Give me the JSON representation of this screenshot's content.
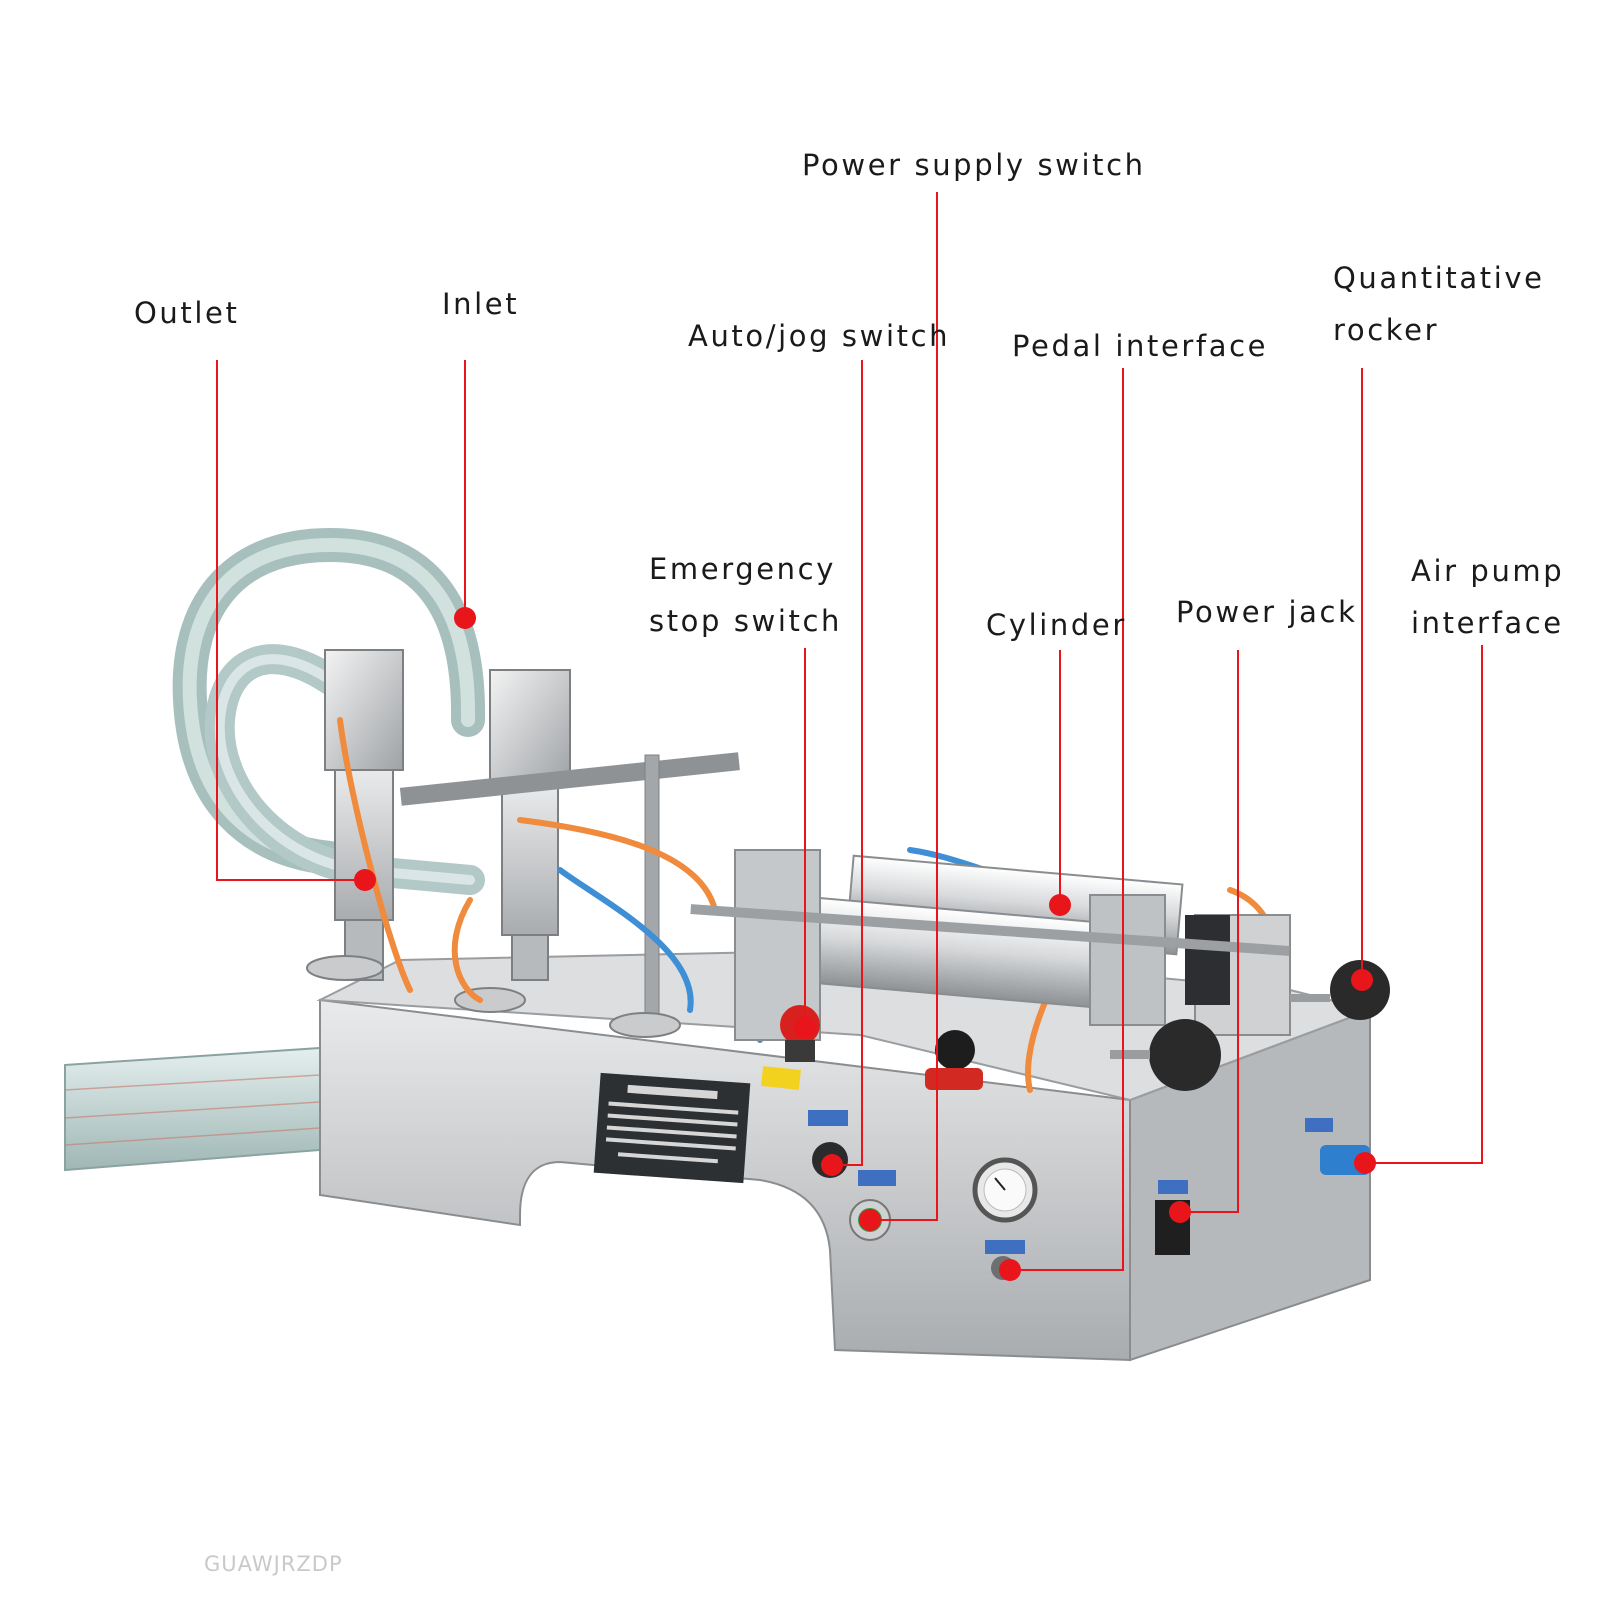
{
  "diagram": {
    "accent_color": "#e8151b",
    "callouts": [
      {
        "id": "outlet",
        "lines": [
          "Outlet"
        ]
      },
      {
        "id": "inlet",
        "lines": [
          "Inlet"
        ]
      },
      {
        "id": "auto-jog-switch",
        "lines": [
          "Auto/jog switch"
        ]
      },
      {
        "id": "power-supply-switch",
        "lines": [
          "Power supply switch"
        ]
      },
      {
        "id": "pedal-interface",
        "lines": [
          "Pedal interface"
        ]
      },
      {
        "id": "quantitative-rocker",
        "lines": [
          "Quantitative",
          "rocker"
        ]
      },
      {
        "id": "emergency-stop-switch",
        "lines": [
          "Emergency",
          "stop switch"
        ]
      },
      {
        "id": "cylinder",
        "lines": [
          "Cylinder"
        ]
      },
      {
        "id": "power-jack",
        "lines": [
          "Power jack"
        ]
      },
      {
        "id": "air-pump-interface",
        "lines": [
          "Air pump",
          "interface"
        ]
      }
    ],
    "watermark": "GUAWJRZDP"
  }
}
